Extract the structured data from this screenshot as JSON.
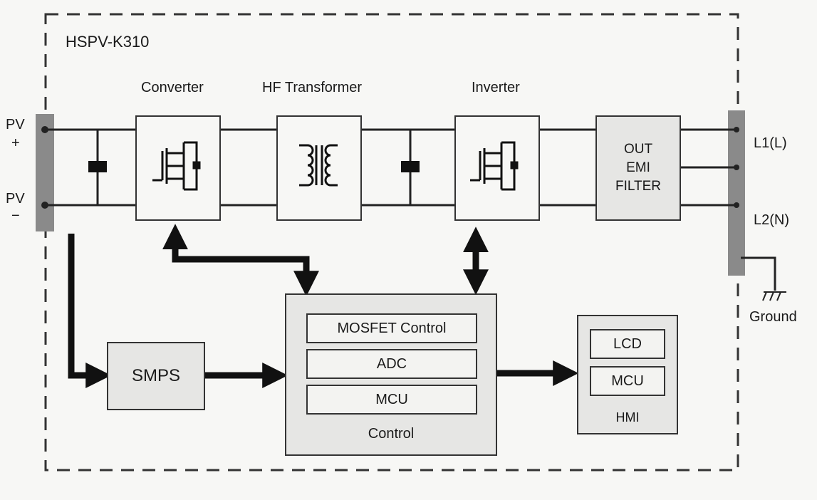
{
  "model": "HSPV-K310",
  "stages": {
    "converter": "Converter",
    "transformer": "HF Transformer",
    "inverter": "Inverter"
  },
  "filter": {
    "line1": "OUT",
    "line2": "EMI",
    "line3": "FILTER"
  },
  "pv": {
    "plus_label": "PV",
    "plus_sign": "+",
    "minus_label": "PV",
    "minus_sign": "−"
  },
  "outputs": {
    "l1": "L1(L)",
    "l2": "L2(N)",
    "ground": "Ground"
  },
  "smps": "SMPS",
  "control": {
    "title": "Control",
    "items": [
      "MOSFET Control",
      "ADC",
      "MCU"
    ]
  },
  "hmi": {
    "title": "HMI",
    "items": [
      "LCD",
      "MCU"
    ]
  }
}
